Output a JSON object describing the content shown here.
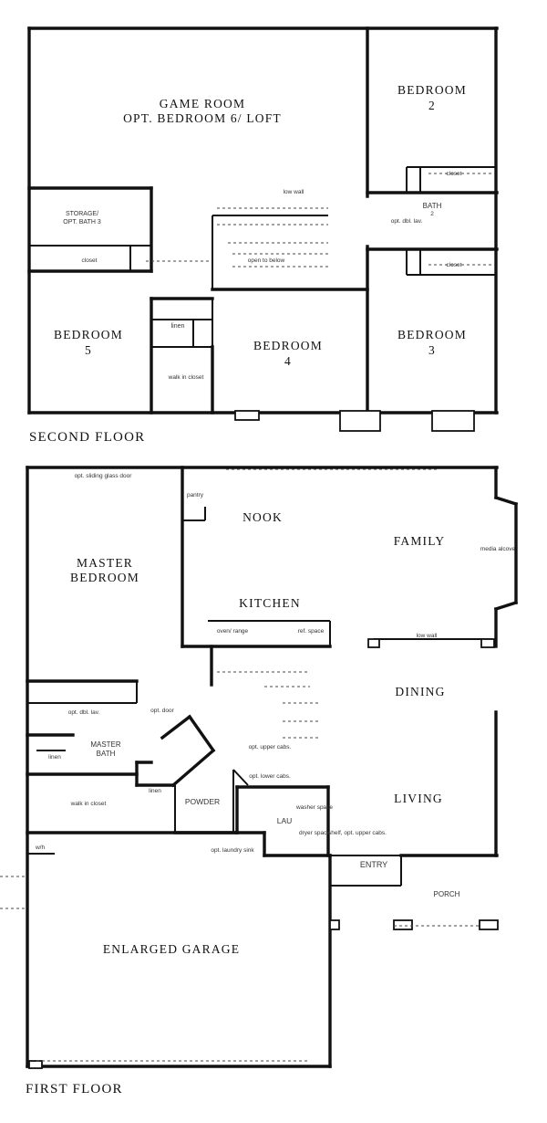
{
  "second_floor": {
    "title": "SECOND FLOOR",
    "game_room": "GAME ROOM",
    "game_room_opt": "OPT. BEDROOM 6/ LOFT",
    "bedroom2": "BEDROOM",
    "bedroom2_num": "2",
    "bath": "BATH",
    "bath_num": "2",
    "bath_note": "opt. dbl. lav.",
    "storage": "STORAGE/",
    "storage_opt": "OPT. BATH 3",
    "closet_left": "closet",
    "closet_right_top": "closet",
    "closet_right_bottom": "closet",
    "low_wall": "low wall",
    "open_to_below": "open to below",
    "bedroom5": "BEDROOM",
    "bedroom5_num": "5",
    "linen": "linen",
    "walkin": "walk in closet",
    "bedroom4": "BEDROOM",
    "bedroom4_num": "4",
    "bedroom3": "BEDROOM",
    "bedroom3_num": "3"
  },
  "first_floor": {
    "title": "FIRST FLOOR",
    "sliding_door": "opt. sliding glass door",
    "pantry": "pantry",
    "nook": "NOOK",
    "family": "FAMILY",
    "media": "media alcove",
    "master_bedroom": "MASTER",
    "master_bedroom_2": "BEDROOM",
    "kitchen": "KITCHEN",
    "oven": "oven/ range",
    "refrig": "ref. space",
    "low_wall": "low wall",
    "dining": "DINING",
    "opt_dbl_lav": "opt. dbl. lav.",
    "opt_door": "opt. door",
    "master_bath": "MASTER",
    "master_bath_2": "BATH",
    "linen": "linen",
    "upper_cabs": "opt. upper cabs.",
    "lower_cabs": "opt. lower cabs.",
    "living": "LIVING",
    "walkin": "walk in closet",
    "linen2": "linen",
    "powder": "POWDER",
    "laundry": "LAU",
    "washer": "washer space",
    "dryer": "dryer space",
    "shelf": "shelf, opt. upper cabs.",
    "wh": "w/h",
    "laundry_sink": "opt. laundry sink",
    "entry": "ENTRY",
    "porch": "PORCH",
    "garage": "ENLARGED GARAGE"
  }
}
